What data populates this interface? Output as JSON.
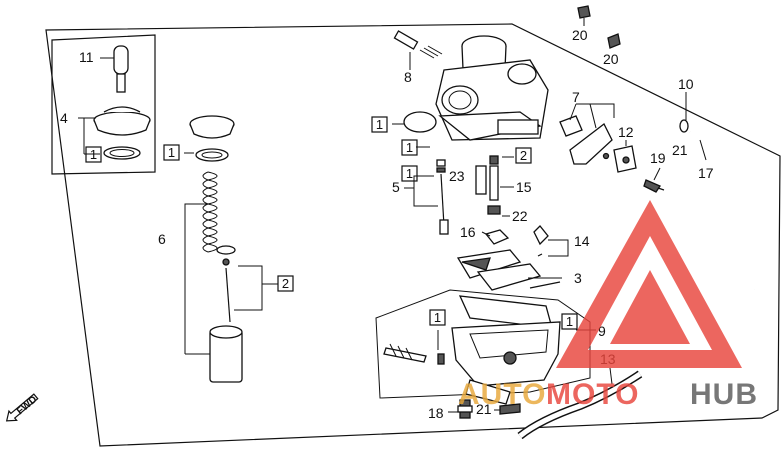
{
  "diagram": {
    "part_numbers": {
      "p1": "1",
      "p2": "2",
      "p3": "3",
      "p4": "4",
      "p5": "5",
      "p6": "6",
      "p7": "7",
      "p8": "8",
      "p9": "9",
      "p10": "10",
      "p11": "11",
      "p12": "12",
      "p13": "13",
      "p14": "14",
      "p15": "15",
      "p16": "16",
      "p17": "17",
      "p18": "18",
      "p19": "19",
      "p20": "20",
      "p21": "21",
      "p22": "22",
      "p23": "23"
    },
    "fwd_label": "FWD"
  },
  "watermark": {
    "text_auto": "AUTO",
    "text_moto": "MOTO",
    "text_hub": "HUB",
    "color_red": "#e8453c",
    "color_gold": "#e8a83a",
    "color_dark": "#5a5a5a"
  }
}
